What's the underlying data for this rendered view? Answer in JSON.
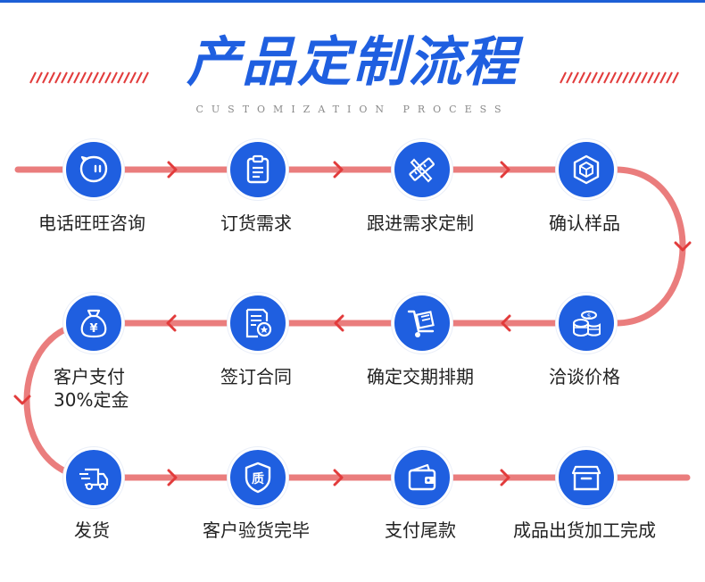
{
  "header": {
    "title": "产品定制流程",
    "subtitle": "CUSTOMIZATION PROCESS"
  },
  "colors": {
    "accent": "#1f5fe0",
    "line": "#ea7d7d",
    "arrow": "#e23b3b",
    "hatch": "#e23b3b"
  },
  "steps": [
    {
      "label": "电话旺旺咨询",
      "icon": "chat-bubble-icon"
    },
    {
      "label": "订货需求",
      "icon": "clipboard-icon"
    },
    {
      "label": "跟进需求定制",
      "icon": "design-tools-icon"
    },
    {
      "label": "确认样品",
      "icon": "cube-icon"
    },
    {
      "label": "洽谈价格",
      "icon": "coin-stack-icon"
    },
    {
      "label": "确定交期排期",
      "icon": "hand-truck-icon"
    },
    {
      "label": "签订合同",
      "icon": "contract-icon"
    },
    {
      "label": "客户支付",
      "label_line2": "30%定金",
      "icon": "money-bag-icon"
    },
    {
      "label": "发货",
      "icon": "delivery-truck-icon"
    },
    {
      "label": "客户验货完毕",
      "icon": "quality-badge-icon"
    },
    {
      "label": "支付尾款",
      "icon": "wallet-icon"
    },
    {
      "label": "成品出货加工完成",
      "icon": "package-box-icon"
    }
  ]
}
